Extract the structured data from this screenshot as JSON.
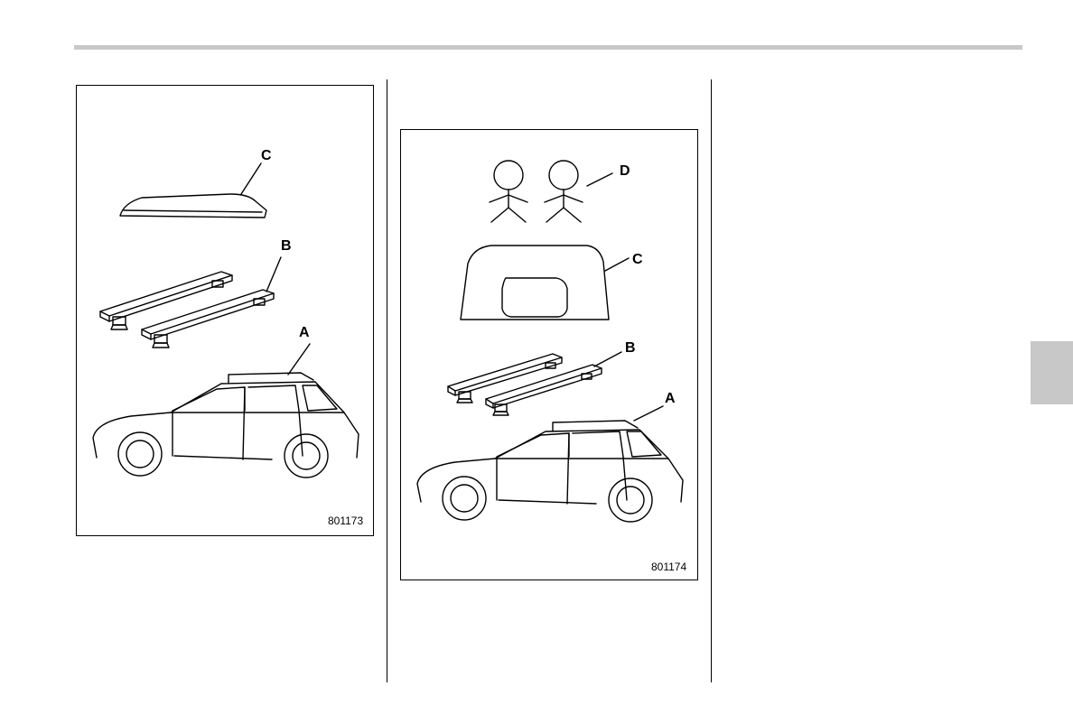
{
  "figure_1": {
    "labels": {
      "c": "C",
      "b": "B",
      "a": "A"
    },
    "figure_id": "801173"
  },
  "figure_2": {
    "labels": {
      "d": "D",
      "c": "C",
      "b": "B",
      "a": "A"
    },
    "figure_id": "801174"
  },
  "colors": {
    "rule": "#c8c8c8",
    "tab": "#c8c8c8",
    "line": "#000000"
  }
}
